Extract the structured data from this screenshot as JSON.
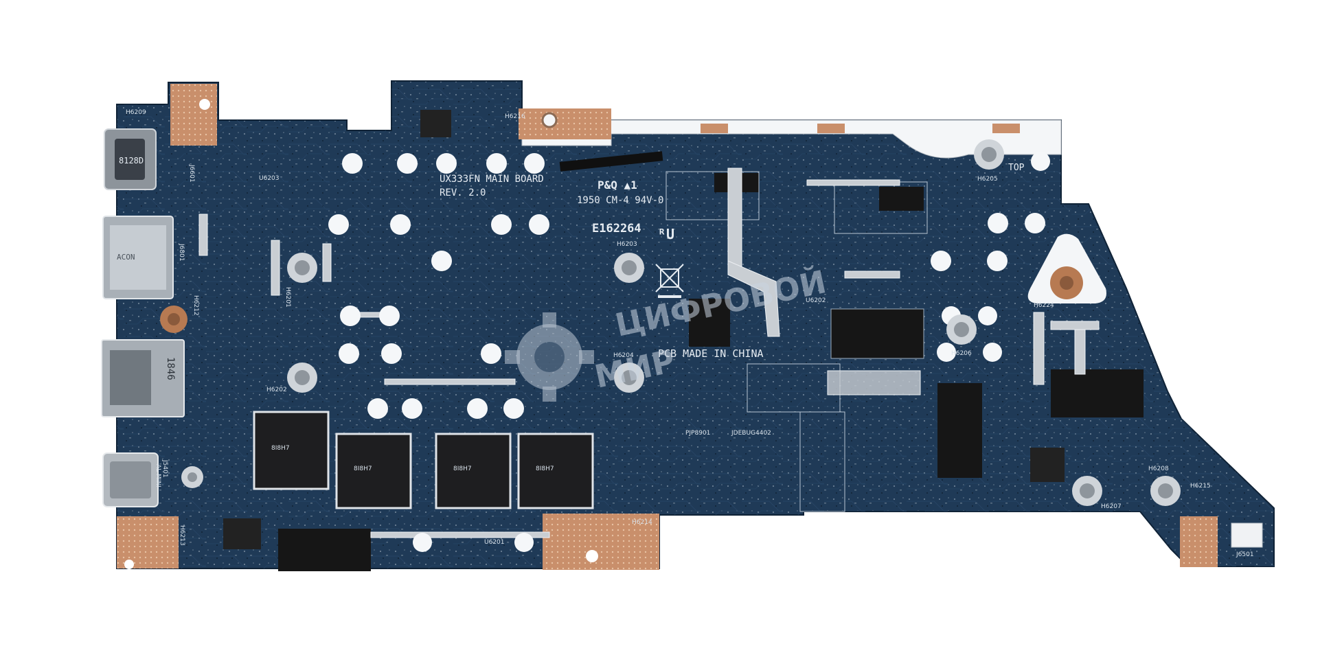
{
  "colors": {
    "background": "#ffffff",
    "pcb": "#1f3a57",
    "pcb_dark": "#172d45",
    "copper": "#c98f6b",
    "silkscreen": "#e6ecf2",
    "chip": "#1b1b1b",
    "metal": "#b8bec4"
  },
  "board": {
    "model": "UX333FN MAIN BOARD",
    "revision": "REV. 2.0",
    "vendor_mark": "P&Q ▲1",
    "rating": "1950 CM-4 94V-0",
    "ul_code": "E162264",
    "ul_mark": "ᴿU",
    "origin": "PCB MADE IN CHINA",
    "top_mark": "TOP",
    "labels": {
      "h6209": "H6209",
      "h6216": "H6216",
      "h6205": "H6205",
      "h6203": "H6203",
      "h6204": "H6204",
      "h6202": "H6202",
      "h6201": "H6201",
      "h6206": "H6206",
      "h6224": "H6224",
      "h6214": "H6214",
      "h6213": "H6213",
      "h6208": "H6208",
      "h6207": "H6207",
      "h6215": "H6215",
      "h6212": "H6212",
      "u6203": "U6203",
      "u6202": "U6202",
      "u6201": "U6201",
      "j6601": "J6601",
      "j6801": "J6801",
      "j5401": "J5401",
      "j6501": "J6501",
      "pjp8901": "PJP8901",
      "jdebug": "JDEBUG4402"
    },
    "connectors": {
      "audio_jack_text": "8128D",
      "usb_a_text": "1846",
      "hdmi_text": "ACON",
      "usb_c_text": "AL MINI"
    },
    "memory_chip_text": "8I8H7"
  },
  "watermark": {
    "line1": "ЦИФРОВОЙ",
    "line2": "МИР"
  }
}
